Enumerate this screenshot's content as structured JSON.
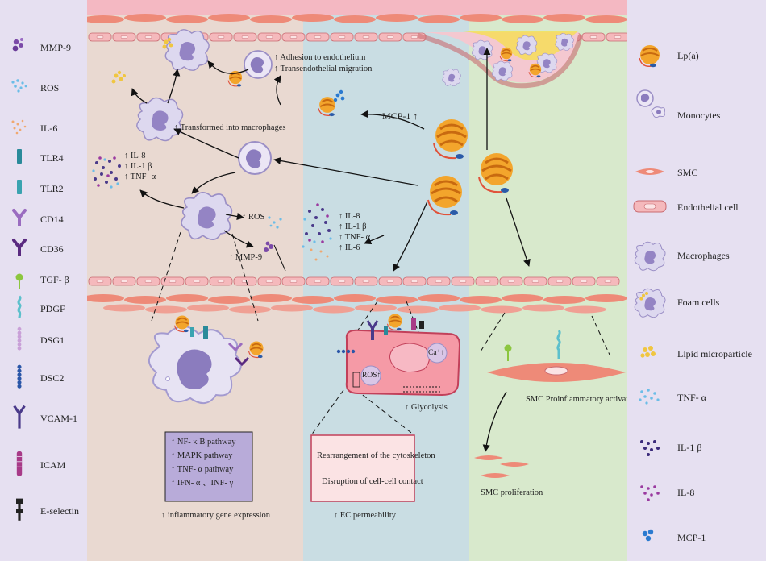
{
  "legend_left": [
    {
      "label": "MMP-9",
      "icon": "mmp9-icon"
    },
    {
      "label": "ROS",
      "icon": "ros-icon"
    },
    {
      "label": "IL-6",
      "icon": "il6-icon"
    },
    {
      "label": "TLR4",
      "icon": "tlr4-icon"
    },
    {
      "label": "TLR2",
      "icon": "tlr2-icon"
    },
    {
      "label": "CD14",
      "icon": "cd14-icon"
    },
    {
      "label": "CD36",
      "icon": "cd36-icon"
    },
    {
      "label": "TGF- β",
      "icon": "tgf-beta-icon"
    },
    {
      "label": "PDGF",
      "icon": "pdgf-icon"
    },
    {
      "label": "DSG1",
      "icon": "dsg1-icon"
    },
    {
      "label": "DSC2",
      "icon": "dsc2-icon"
    },
    {
      "label": "VCAM-1",
      "icon": "vcam1-icon"
    },
    {
      "label": "ICAM",
      "icon": "icam-icon"
    },
    {
      "label": "E-selectin",
      "icon": "e-selectin-icon"
    }
  ],
  "legend_right": [
    {
      "label": "Lp(a)",
      "icon": "lpa-icon"
    },
    {
      "label": "Monocytes",
      "icon": "monocyte-icon"
    },
    {
      "label": "SMC",
      "icon": "smc-icon"
    },
    {
      "label": "Endothelial cell",
      "icon": "endothelial-cell-icon"
    },
    {
      "label": "Macrophages",
      "icon": "macrophage-icon"
    },
    {
      "label": "Foam cells",
      "icon": "foam-cell-icon"
    },
    {
      "label": "Lipid microparticle",
      "icon": "lipid-microparticle-icon"
    },
    {
      "label": "TNF- α",
      "icon": "tnf-alpha-icon"
    },
    {
      "label": "IL-1 β",
      "icon": "il1-beta-icon"
    },
    {
      "label": "IL-8",
      "icon": "il8-icon"
    },
    {
      "label": "MCP-1",
      "icon": "mcp1-icon"
    }
  ],
  "labels": {
    "adhesion": "↑ Adhesion to endothelium",
    "transendothelial": "↑ Transendothelial migration",
    "transformed": "↑ Transformed into macrophages",
    "mcp1": "MCP-1 ↑",
    "mono_il8": "↑ IL-8",
    "mono_il1": "↑ IL-1 β",
    "mono_tnf": "↑ TNF- α",
    "ros": "↑ ROS",
    "mmp9": "↑ MMP-9",
    "ec_il8": "↑ IL-8",
    "ec_il1": "↑ IL-1 β",
    "ec_tnf": "↑ TNF- α",
    "ec_il6": "↑ IL-6",
    "ec_ros": "ROS↑",
    "ec_ca": "Ca⁺↑",
    "glycolysis": "↑ Glycolysis",
    "smc_activation": "SMC Proinflammatory activation",
    "smc_proliferation": "SMC proliferation",
    "pathway_1": "↑ NF- κ B pathway",
    "pathway_2": "↑ MAPK pathway",
    "pathway_3": "↑ TNF- α  pathway",
    "pathway_4": "↑ IFN- α 、INF- γ",
    "gene_expression": "↑ inflammatory gene expression",
    "cytoskeleton": "Rearrangement of the cytoskeleton",
    "cell_contact": "Disruption of cell-cell contact",
    "ec_permeability": "↑ EC permeability"
  },
  "colors": {
    "panel_macrophage": "#e9d9d1",
    "panel_endothelial": "#c9dde3",
    "panel_smc": "#d8e9cc",
    "legend_bg": "#e6e0f1",
    "lpa_orange": "#f0a030",
    "monocyte_purple": "#b9aed6",
    "endothelium_pink": "#f2b3b6",
    "smc_salmon": "#ee8a78"
  }
}
